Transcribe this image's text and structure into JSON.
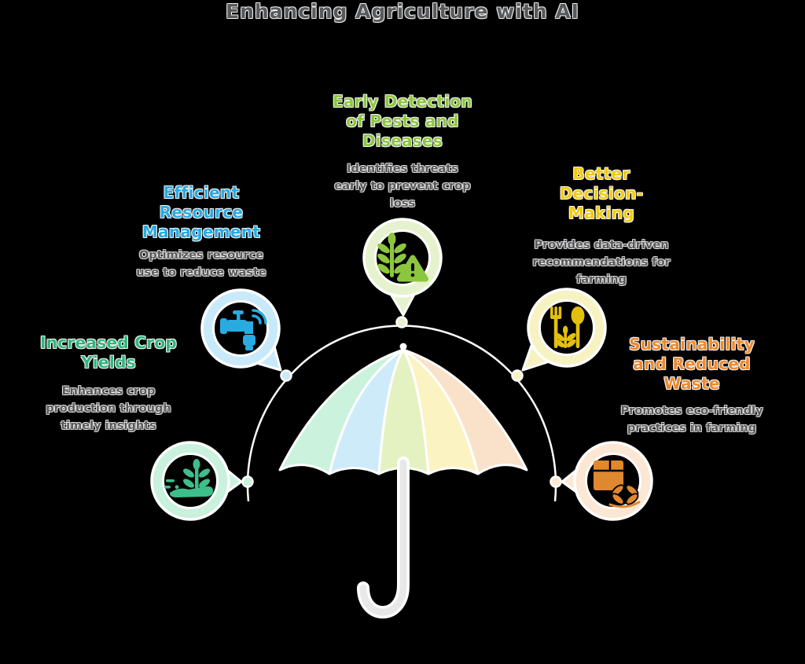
{
  "title": "Enhancing Agriculture with AI",
  "sections": {
    "early_detection": {
      "heading": "Early Detection\nof Pests and\nDiseases",
      "description": "Identifies threats\nearly to prevent crop\nloss",
      "heading_color": "#8CC63F",
      "icon": "wheat-warning-icon"
    },
    "resource_management": {
      "heading": "Efficient\nResource\nManagement",
      "description": "Optimizes resource\nuse to reduce waste",
      "heading_color": "#29ABE2",
      "icon": "smart-faucet-icon"
    },
    "decision_making": {
      "heading": "Better\nDecision-\nMaking",
      "description": "Provides data-driven\nrecommendations for\nfarming",
      "heading_color": "#F2CB0C",
      "icon": "fork-spoon-sprout-icon"
    },
    "crop_yields": {
      "heading": "Increased Crop\nYields",
      "description": "Enhances crop\nproduction through\ntimely insights",
      "heading_color": "#30B67E",
      "icon": "hand-plant-icon"
    },
    "sustainability": {
      "heading": "Sustainability\nand Reduced\nWaste",
      "description": "Promotes eco-friendly\npractices in farming",
      "heading_color": "#ED8A2F",
      "icon": "box-sprout-icon"
    }
  },
  "colors": {
    "background": "#000000",
    "title_text": "#58595B",
    "description_text": "#58585B",
    "outline_white": "#FFFFFF",
    "ring_green": "#E5F2CD",
    "ring_blue": "#C8E9FA",
    "ring_yellow": "#F6F2C2",
    "ring_mint": "#C9F1DD",
    "ring_peach": "#FBE7D3",
    "icon_green": "#8CC63F",
    "icon_blue": "#29ABE2",
    "icon_yellow": "#E2C00E",
    "icon_mint": "#3DBE8B",
    "icon_orange": "#DE8830",
    "umbrella": [
      "#CBF2DC",
      "#CEEBFA",
      "#E4F2C1",
      "#FBF3C2",
      "#FAE1CA"
    ],
    "handle": "#E8E8E8"
  }
}
